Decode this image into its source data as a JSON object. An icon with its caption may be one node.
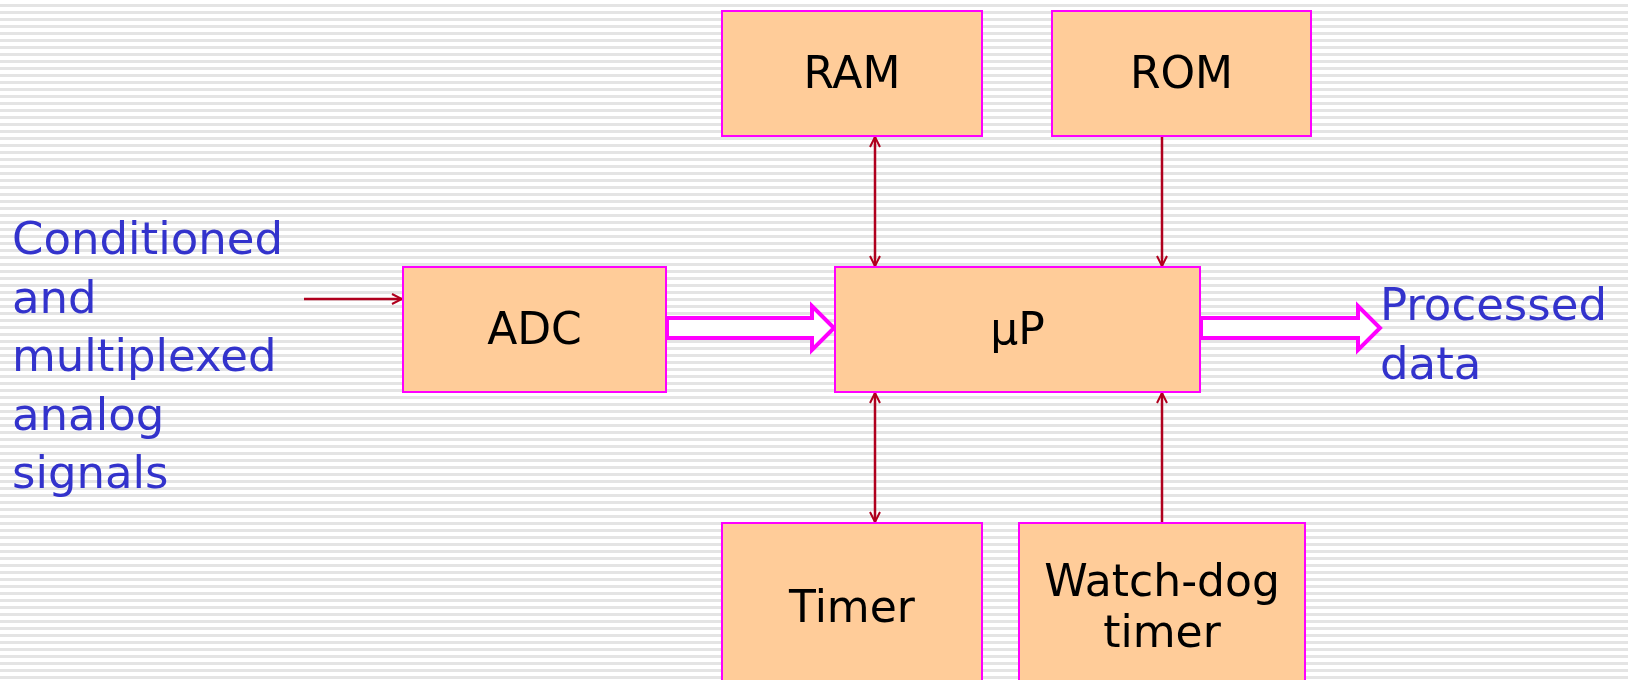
{
  "diagram": {
    "nodes": [
      {
        "text": [
          "Conditioned and multiplexed analog signals"
        ]
      },
      {
        "text": [
          "RAM"
        ]
      },
      {
        "text": [
          "ROM"
        ]
      },
      {
        "text": [
          "ADC"
        ]
      },
      {
        "text": [
          "μP"
        ]
      },
      {
        "text": [
          "Processed data"
        ]
      },
      {
        "text": [
          "Timer"
        ]
      },
      {
        "text": [
          "Watch-dog timer"
        ]
      }
    ],
    "edges": [
      {
        "from": 0,
        "to": 3,
        "arrow": "to"
      },
      {
        "from": 3,
        "to": 4,
        "arrow": "to",
        "style": "thick",
        "color": "#ff00ff"
      },
      {
        "from": 1,
        "to": 4,
        "arrow": "both"
      },
      {
        "from": 2,
        "to": 4,
        "arrow": "to"
      },
      {
        "from": 4,
        "to": 5,
        "arrow": "to",
        "style": "thick",
        "color": "#ff00ff"
      },
      {
        "from": 6,
        "to": 4,
        "arrow": "both"
      },
      {
        "from": 7,
        "to": 4,
        "arrow": "to"
      }
    ]
  }
}
